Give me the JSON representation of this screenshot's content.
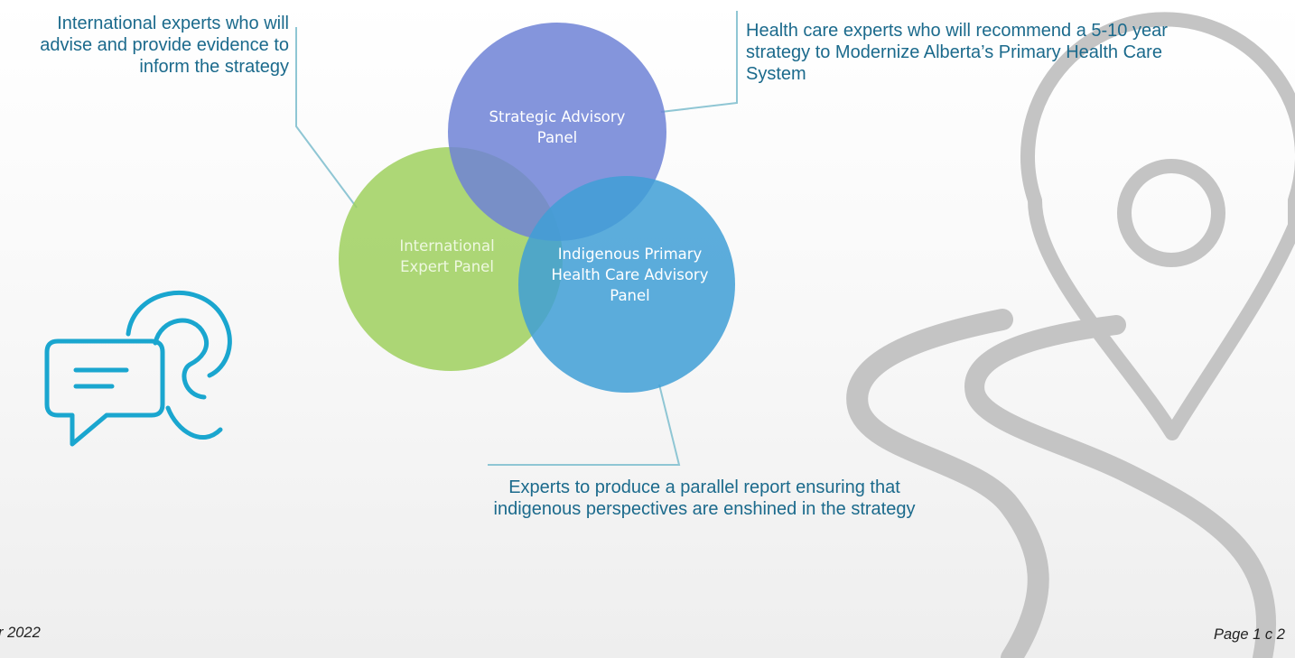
{
  "panels": {
    "strategic": {
      "label": "Strategic Advisory\nPanel",
      "color": "#6f82d6"
    },
    "international": {
      "label": "International\nExpert Panel",
      "color": "#9fd05e"
    },
    "indigenous": {
      "label": "Indigenous Primary\nHealth Care Advisory\nPanel",
      "color": "#3f9fd6"
    }
  },
  "callouts": {
    "international": "International experts who will advise and provide evidence to inform the strategy",
    "strategic": "Health care experts who will recommend a 5-10 year strategy to Modernize Alberta’s Primary Health Care System",
    "indigenous": "Experts to produce a parallel report ensuring that indigenous perspectives are enshined in the strategy"
  },
  "footer": {
    "date": "r 2022",
    "page": "Page 1 c 2"
  },
  "icons": {
    "listening": "speech-bubble-ear-icon",
    "map": "location-pin-road-icon"
  },
  "colors": {
    "callout_text": "#1b6a8c",
    "connector": "#8fc6d4",
    "icon_teal": "#1aa6cf",
    "decor_gray": "#c4c4c4"
  }
}
